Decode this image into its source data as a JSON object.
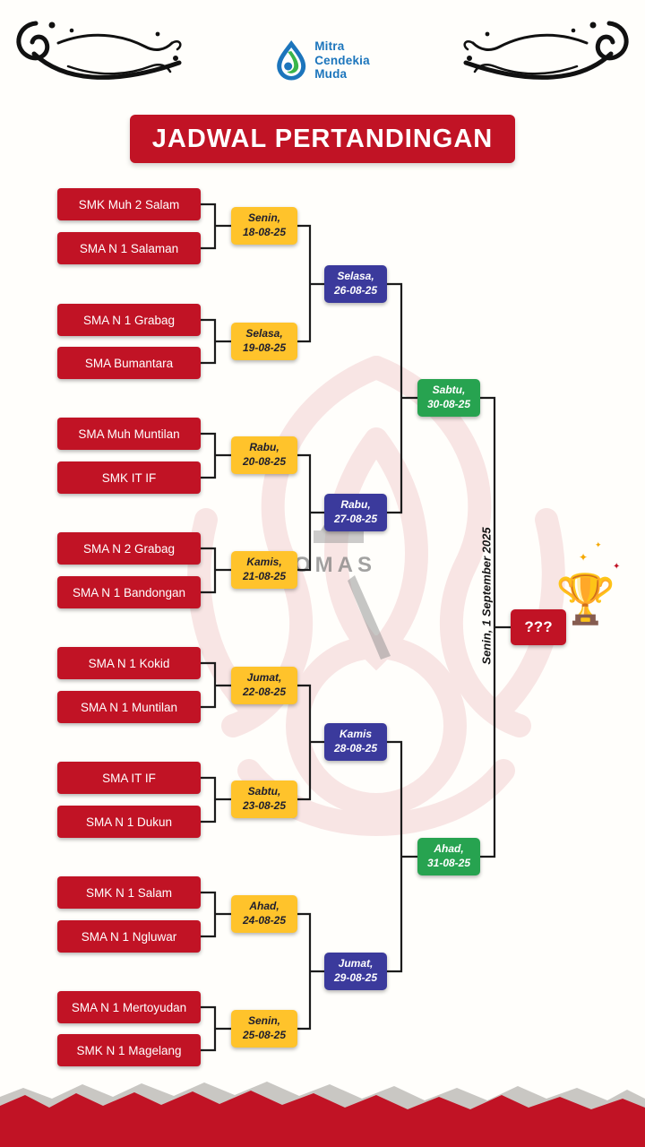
{
  "logo": {
    "name_lines": [
      "Mitra",
      "Cendekia",
      "Muda"
    ]
  },
  "title": "JADWAL PERTANDINGAN",
  "bracket": {
    "teams": [
      "SMK Muh 2 Salam",
      "SMA N 1 Salaman",
      "SMA N 1 Grabag",
      "SMA Bumantara",
      "SMA Muh Muntilan",
      "SMK IT IF",
      "SMA N 2 Grabag",
      "SMA N 1 Bandongan",
      "SMA N 1 Kokid",
      "SMA N 1 Muntilan",
      "SMA IT IF",
      "SMA N 1 Dukun",
      "SMK N 1 Salam",
      "SMA N 1 Ngluwar",
      "SMA N 1 Mertoyudan",
      "SMK N 1 Magelang"
    ],
    "round1": [
      {
        "day": "Senin,",
        "date": "18-08-25"
      },
      {
        "day": "Selasa,",
        "date": "19-08-25"
      },
      {
        "day": "Rabu,",
        "date": "20-08-25"
      },
      {
        "day": "Kamis,",
        "date": "21-08-25"
      },
      {
        "day": "Jumat,",
        "date": "22-08-25"
      },
      {
        "day": "Sabtu,",
        "date": "23-08-25"
      },
      {
        "day": "Ahad,",
        "date": "24-08-25"
      },
      {
        "day": "Senin,",
        "date": "25-08-25"
      }
    ],
    "round2": [
      {
        "day": "Selasa,",
        "date": "26-08-25"
      },
      {
        "day": "Rabu,",
        "date": "27-08-25"
      },
      {
        "day": "Kamis",
        "date": "28-08-25"
      },
      {
        "day": "Jumat,",
        "date": "29-08-25"
      }
    ],
    "round3": [
      {
        "day": "Sabtu,",
        "date": "30-08-25"
      },
      {
        "day": "Ahad,",
        "date": "31-08-25"
      }
    ],
    "final": {
      "date_label": "Senin, 1 September 2025",
      "champion_placeholder": "???"
    }
  },
  "icons": {
    "trophy": "🏆",
    "sparkle": "✦"
  },
  "watermark": {
    "text": "OMAS"
  },
  "colors": {
    "red": "#C11325",
    "yellow": "#FFC32B",
    "navy": "#3B3A9C",
    "green": "#27A350",
    "logo_blue": "#1C75BC",
    "logo_green": "#39B54A"
  }
}
